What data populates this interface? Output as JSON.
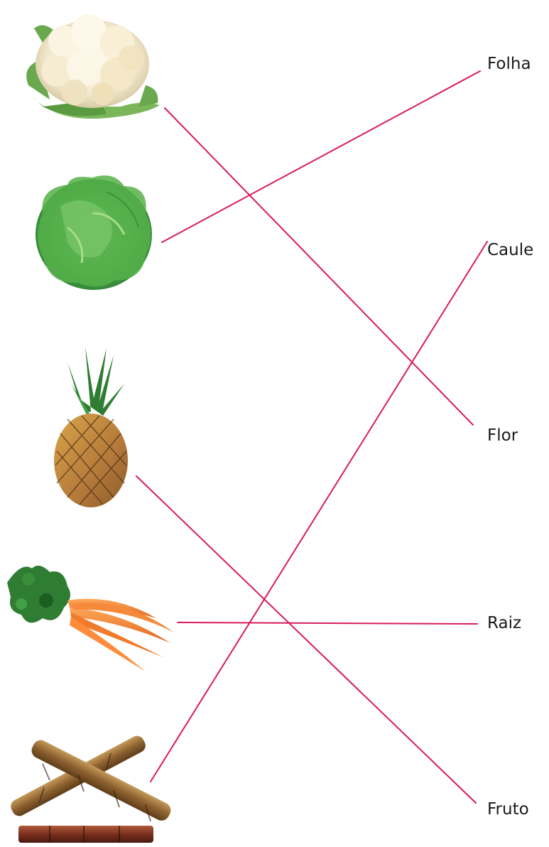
{
  "labels": {
    "folha": "Folha",
    "caule": "Caule",
    "flor": "Flor",
    "raiz": "Raiz",
    "fruto": "Fruto"
  },
  "pictures": [
    "cauliflower",
    "lettuce",
    "pineapple",
    "carrots",
    "sugarcane"
  ],
  "matches": [
    {
      "picture": "cauliflower",
      "label": "Flor"
    },
    {
      "picture": "lettuce",
      "label": "Folha"
    },
    {
      "picture": "pineapple",
      "label": "Fruto"
    },
    {
      "picture": "carrots",
      "label": "Raiz"
    },
    {
      "picture": "sugarcane",
      "label": "Caule"
    }
  ],
  "colors": {
    "line": "#d81b60",
    "text": "#1a1a1a"
  }
}
